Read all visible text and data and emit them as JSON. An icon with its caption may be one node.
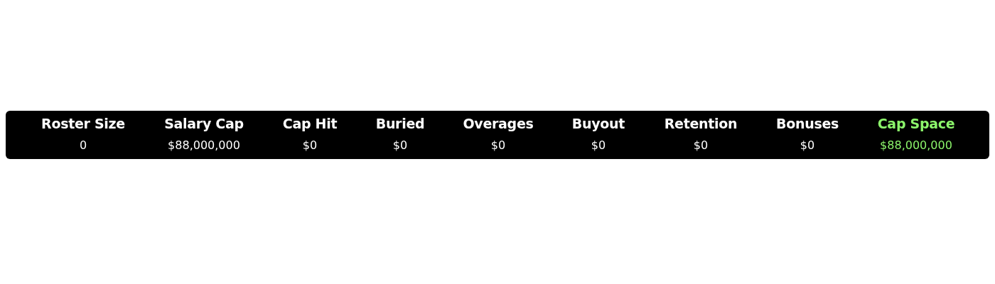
{
  "diagram": {
    "labels": [
      "Roster Size",
      "Salary Cap",
      "Cap Hit",
      "Buried",
      "Overages",
      "Buyout",
      "Retention",
      "Bonuses",
      "Cap Space",
      "0",
      "$88,000,000",
      "$0",
      "$0",
      "$0",
      "$0",
      "$0",
      "$0",
      "$88,000,000"
    ]
  }
}
